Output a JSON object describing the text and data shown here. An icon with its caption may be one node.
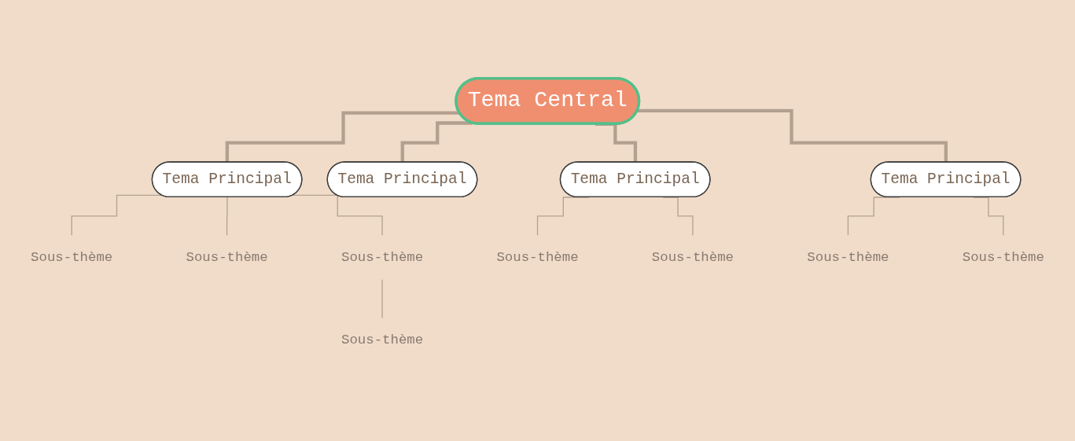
{
  "diagram": {
    "nodes": [
      {
        "text": [
          "Tema Central"
        ]
      },
      {
        "text": [
          "Tema Principal"
        ]
      },
      {
        "text": [
          "Sous-thème"
        ]
      },
      {
        "text": [
          "Sous-thème"
        ]
      },
      {
        "text": [
          "Sous-thème"
        ]
      },
      {
        "text": [
          "Sous-thème"
        ]
      },
      {
        "text": [
          "Tema Principal"
        ]
      },
      {
        "text": [
          "Tema Principal"
        ]
      },
      {
        "text": [
          "Sous-thème"
        ]
      },
      {
        "text": [
          "Sous-thème"
        ]
      },
      {
        "text": [
          "Tema Principal"
        ]
      },
      {
        "text": [
          "Sous-thème"
        ]
      },
      {
        "text": [
          "Sous-thème"
        ]
      }
    ],
    "edges": [
      {
        "from": 0,
        "to": 1,
        "arrow": "none",
        "style": "thick"
      },
      {
        "from": 0,
        "to": 6,
        "arrow": "none",
        "style": "thick"
      },
      {
        "from": 0,
        "to": 7,
        "arrow": "none",
        "style": "thick"
      },
      {
        "from": 0,
        "to": 10,
        "arrow": "none",
        "style": "thick"
      },
      {
        "from": 1,
        "to": 2,
        "arrow": "none"
      },
      {
        "from": 1,
        "to": 3,
        "arrow": "none"
      },
      {
        "from": 1,
        "to": 4,
        "arrow": "none"
      },
      {
        "from": 4,
        "to": 5,
        "arrow": "none"
      },
      {
        "from": 7,
        "to": 8,
        "arrow": "none"
      },
      {
        "from": 7,
        "to": 9,
        "arrow": "none"
      },
      {
        "from": 10,
        "to": 11,
        "arrow": "none"
      },
      {
        "from": 10,
        "to": 12,
        "arrow": "none"
      }
    ]
  }
}
